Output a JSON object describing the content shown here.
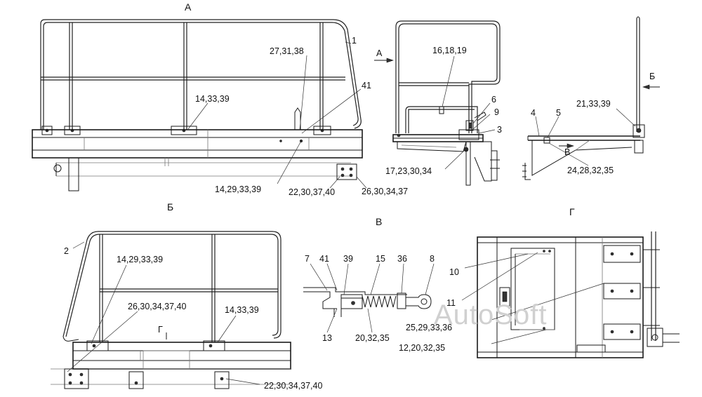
{
  "watermark": "AutoSoft",
  "views": {
    "a": "А",
    "b": "Б",
    "v": "В",
    "g": "Г"
  },
  "markers": {
    "a_arrow": "А",
    "b_arrow": "Б",
    "v_arrow": "В",
    "g_mark": "Г"
  },
  "callouts": {
    "a1": "27,31,38",
    "a2": "1",
    "a3": "41",
    "a4": "14,33,39",
    "a5": "14,29,33,39",
    "a6": "22,30,37,40",
    "a7": "26,30,34,37",
    "s1": "16,18,19",
    "s2": "6",
    "s3": "9",
    "s4": "3",
    "s5": "17,23,30,34",
    "r1": "4",
    "r2": "5",
    "r3": "21,33,39",
    "r4": "24,28,32,35",
    "b1": "2",
    "b2": "14,29,33,39",
    "b3": "26,30,34,37,40",
    "b4": "14,33,39",
    "b5": "22,30,34,37,40",
    "v1": "7",
    "v2": "41",
    "v3": "39",
    "v4": "15",
    "v5": "36",
    "v6": "8",
    "v7": "13",
    "v8": "20,32,35",
    "g1": "10",
    "g2": "11",
    "g3": "25,29,33,36",
    "g4": "12,20,32,35"
  }
}
